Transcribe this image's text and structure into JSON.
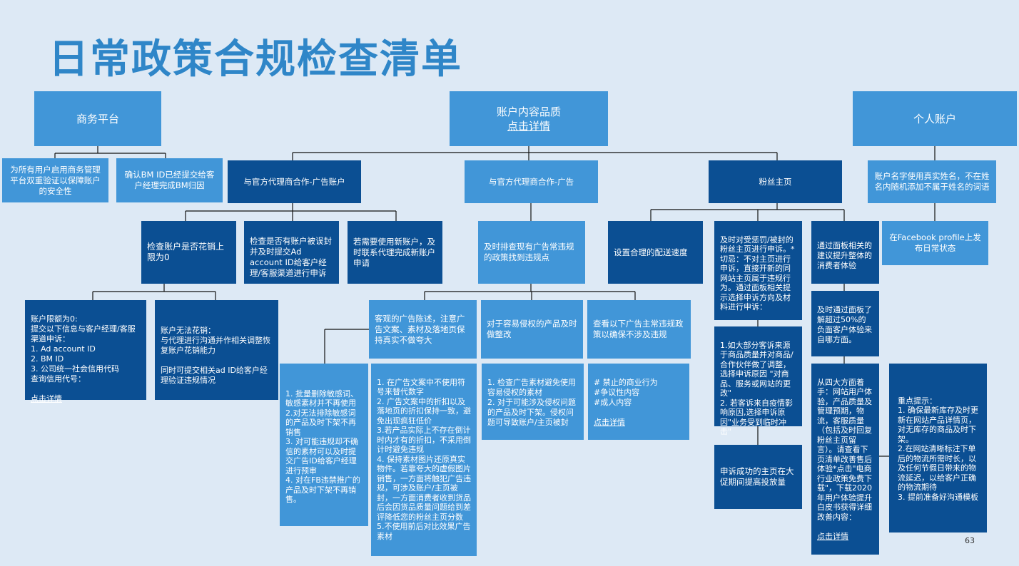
{
  "title": "日常政策合规检查清单",
  "page_number": "63",
  "colors": {
    "background": "#dde9f5",
    "light_box": "#4196d8",
    "dark_box": "#0b4f93",
    "title": "#2f86c8"
  },
  "headers": {
    "business": "商务平台",
    "content": "账户内容品质",
    "content_link": "点击详情",
    "personal": "个人账户"
  },
  "business": {
    "item1": "为所有用户启用商务管理平台双重验证以保障账户的安全性",
    "item2": "确认BM ID已经提交给客户经理完成BM归因"
  },
  "content": {
    "ad_account": "与官方代理商合作-广告账户",
    "ads": "与官方代理商合作-广告",
    "fan_page": "粉丝主页"
  },
  "ad_account": {
    "spend_check": "检查账户是否花销上限为0",
    "banned_check": "检查是否有账户被误封并及时提交Ad account ID给客户经理/客服渠道进行申诉",
    "new_account": "若需要使用新账户，及时联系代理完成新账户申请",
    "limit_zero": "账户限额为0:\n提交以下信息与客户经理/客服渠道申诉：\n1. Ad account ID\n2. BM ID\n3. 公司统一社会信用代码\n查询信用代号：",
    "limit_zero_link": "点击详情",
    "cannot_spend": "账户无法花销：\n与代理进行沟通并作相关调整恢复账户花销能力\n\n同时可提交相关ad ID给客户经理验证违规情况"
  },
  "ads": {
    "main": "及时排查现有广告常违规的政策找到违规点",
    "objective": "客观的广告陈述，注意广告文案、素材及落地页保持真实不做夸大",
    "infringement": "对于容易侵权的产品及时做整改",
    "check_policy": "查看以下广告主常违规政策以确保不涉及违规",
    "sensitive_list": "1. 批量删除敏感词、敏感素材并不再使用\n2.对无法排除敏感词的产品及时下架不再销售\n3. 对可能违规却不确信的素材可以及时提交广告ID给客户经理进行预审\n4. 对在FB违禁推广的产品及时下架不再销售。",
    "objective_list": "1. 在广告文案中不使用符号来替代数字\n2. 广告文案中的折扣以及落地页的折扣保持一致，避免出现疯狂低价\n3.若产品实际上不存在倒计时内才有的折扣，不采用倒计时避免违规\n4. 保持素材图片还原真实物件。若靠夸大的虚假图片销售，一方面将触犯广告违规，可涉及账户/主页被封，一方面消费者收到货品后会因货品质量问题给到差评降低您的粉丝主页分数\n5.不使用前后对比效果广告素材",
    "infringement_list": "1. 检查广告素材避免使用容易侵权的素材\n2. 对于可能涉及侵权问题的产品及时下架。侵权问题可导致账户/主页被封",
    "policy_list": "# 禁止的商业行为\n#争议性内容\n#成人内容",
    "policy_link": "点击详情"
  },
  "fan_page": {
    "delivery": "设置合理的配送速度",
    "appeal": "及时对受惩罚/被封的粉丝主页进行申诉。*切忌：不对主页进行申诉，直接开新的同网站主页属于违规行为。通过面板相关提示选择申诉方向及材料进行申诉：",
    "appeal_reasons": "1.如大部分客诉来源于商品质量并对商品/合作伙伴做了调整，选择申诉原因 \"对商品、服务或网站的更改\"\n2. 若客诉来自疫情影响原因,选择申诉原因\"业务受到临时冲击\"",
    "appeal_success": "申诉成功的主页在大促期间提高投放量",
    "panel_suggest": "通过面板相关的建议提升整体的消费者体验",
    "panel_negative": "及时通过面板了解超过50%的负面客户体验来自哪方面。",
    "four_aspects": "从四大方面着手：网站用户体验，产品质量及管理预期，物流，客服质量（包括及时回复粉丝主页留言）。请查看下页清单改善售后体验*点击\"电商行业政策免费下载\"，下载2020年用户体验提升白皮书获得详细改善内容：",
    "four_aspects_link": "点击详情",
    "key_tips": "重点提示：\n1. 确保最新库存及时更新在网站产品详情页，对无库存的商品及时下架。\n2.在网站清晰标注下单后的物流所需时长，以及任何节假日带来的物流延迟，以给客户正确的物流期待\n3. 提前准备好沟通模板"
  },
  "personal": {
    "real_name": "账户名字使用真实姓名，不在姓名内随机添加不属于姓名的词语",
    "profile": "在Facebook profile上发布日常状态"
  }
}
